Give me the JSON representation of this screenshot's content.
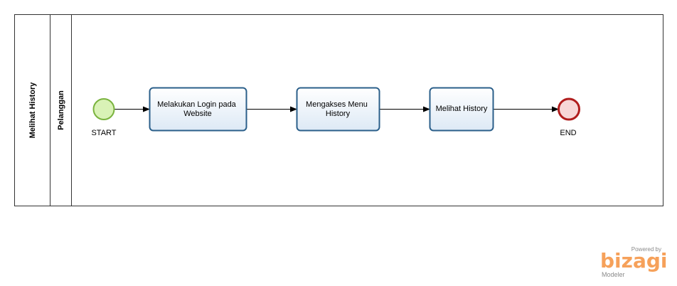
{
  "pool": {
    "label": "Melihat History"
  },
  "lane": {
    "label": "Pelanggan"
  },
  "start_event": {
    "label": "START",
    "fill": "#d9f2b6",
    "stroke": "#7ab33e"
  },
  "end_event": {
    "label": "END",
    "fill": "#f7d7d7",
    "stroke": "#b01c1c"
  },
  "tasks": [
    {
      "lines": [
        "Melakukan Login pada",
        "Website"
      ]
    },
    {
      "lines": [
        "Mengakses Menu",
        "History"
      ]
    },
    {
      "lines": [
        "Melihat History"
      ]
    }
  ],
  "logo": {
    "powered": "Powered by",
    "name": "bizagi",
    "product": "Modeler",
    "color": "#f6a15a"
  }
}
